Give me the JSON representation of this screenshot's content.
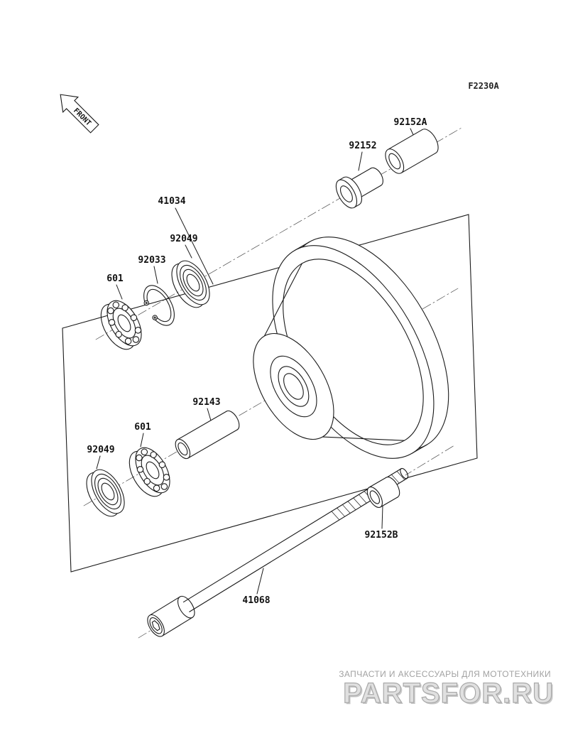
{
  "diagram": {
    "code": "F2230A",
    "front_arrow_label": "FRONT"
  },
  "part_labels": [
    {
      "text": "41034"
    },
    {
      "text": "92049"
    },
    {
      "text": "92033"
    },
    {
      "text": "601"
    },
    {
      "text": "92152"
    },
    {
      "text": "92152A"
    },
    {
      "text": "92143"
    },
    {
      "text": "601"
    },
    {
      "text": "92049"
    },
    {
      "text": "92152B"
    },
    {
      "text": "41068"
    }
  ],
  "watermark": {
    "tagline": "ЗАПЧАСТИ И АКСЕССУАРЫ ДЛЯ МОТОТЕХНИКИ",
    "logo": "PARTSFOR.RU"
  },
  "colors": {
    "line": "#1a1a1a",
    "watermark_gray": "#c9c9c9"
  }
}
